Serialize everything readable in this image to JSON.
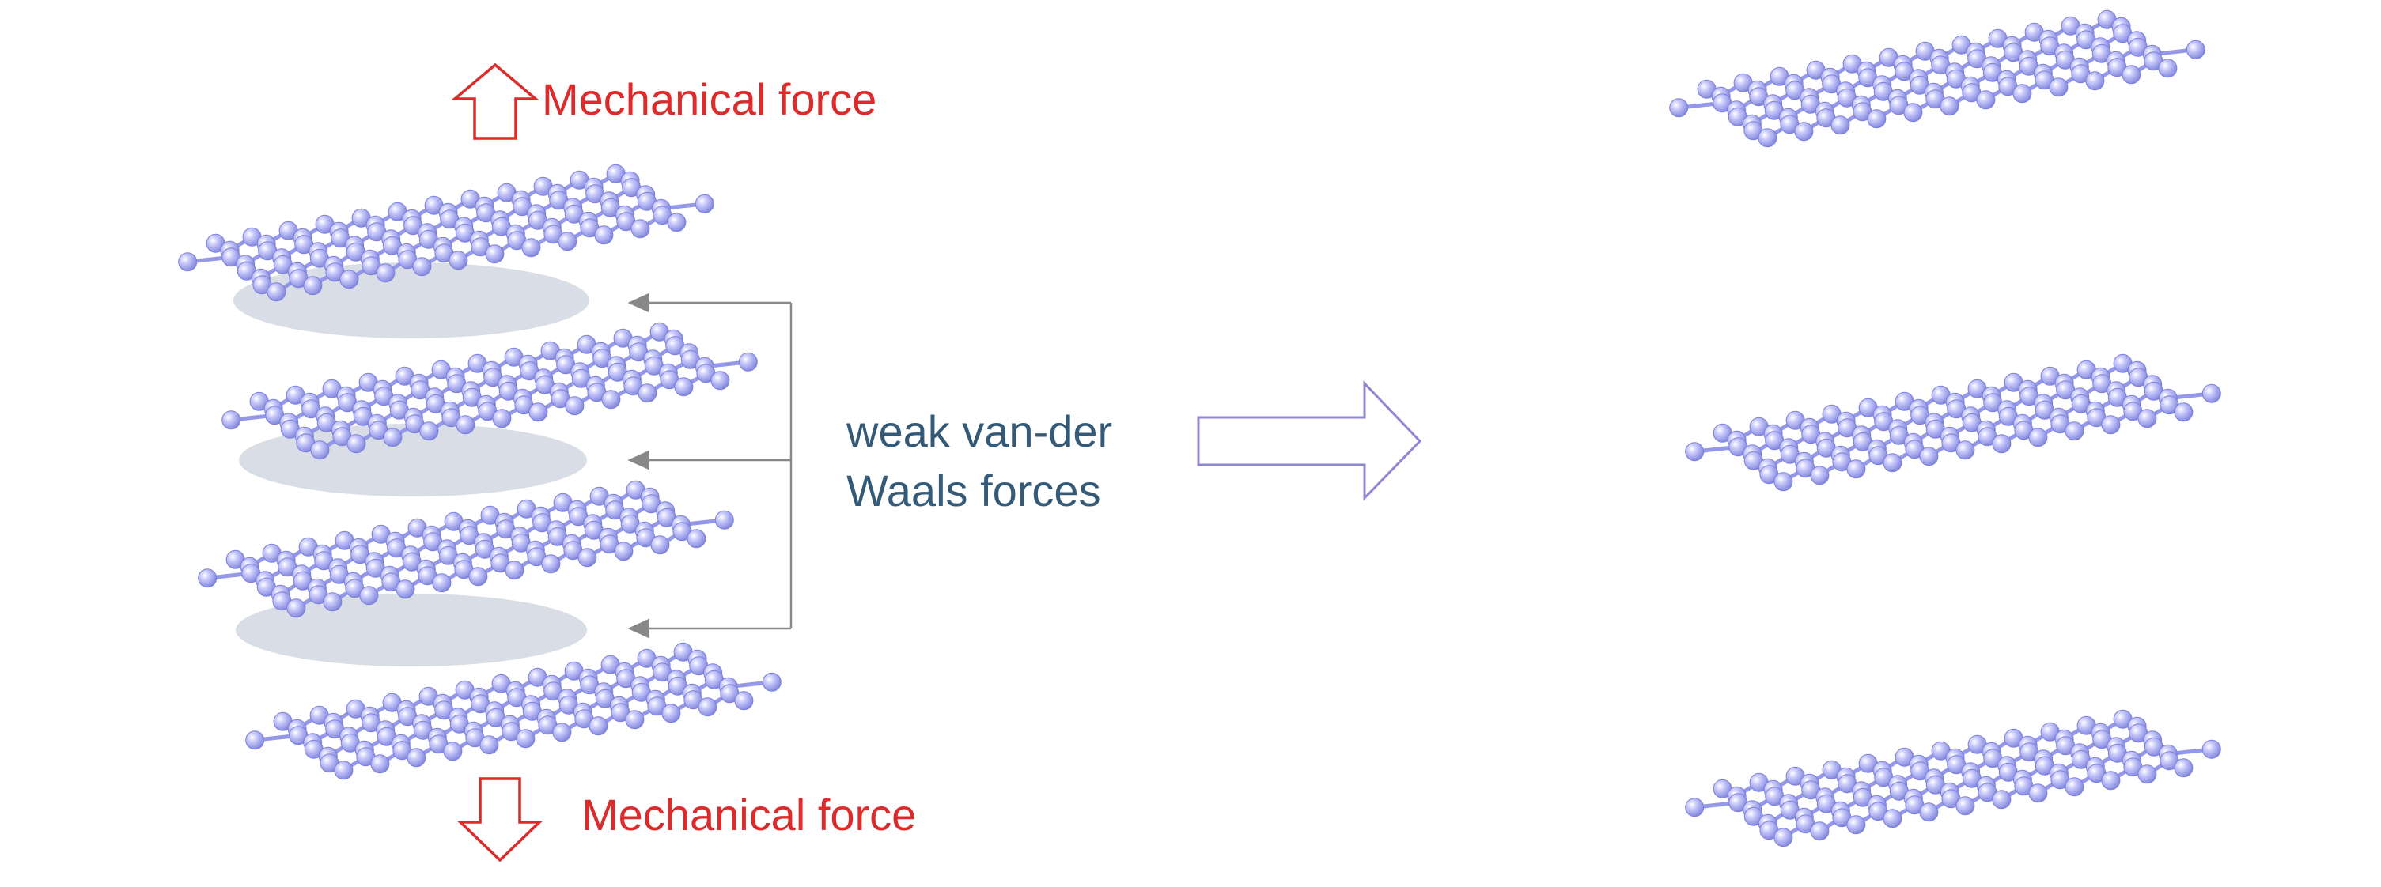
{
  "labels": {
    "top_force": "Mechanical force",
    "bottom_force": "Mechanical force",
    "vdw_line1": "weak van-der",
    "vdw_line2": "Waals forces"
  },
  "colors": {
    "force_red": "#dd2a2a",
    "vdw_text": "#355a78",
    "atom_fill": "#a9abf4",
    "atom_stroke": "#7c80dc",
    "bond": "#9598ea",
    "gap_ellipse": "#d8dde6",
    "bracket_gray": "#888888",
    "big_arrow": "#8e87d6"
  },
  "diagram": {
    "left_stack_sheets": 4,
    "right_separated_sheets": 3,
    "interlayer_gaps": 3,
    "icons": [
      "up-arrow-icon",
      "down-arrow-icon",
      "right-arrow-icon"
    ]
  }
}
